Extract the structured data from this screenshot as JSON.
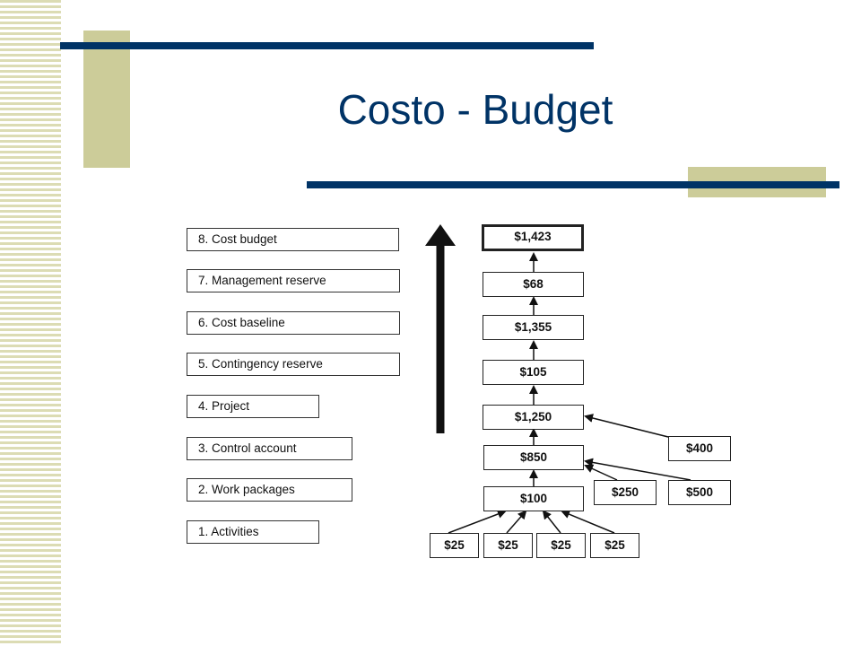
{
  "slide": {
    "title": "Costo - Budget"
  },
  "levels": [
    "8. Cost budget",
    "7. Management reserve",
    "6. Cost baseline",
    "5. Contingency reserve",
    "4. Project",
    "3. Control account",
    "2. Work packages",
    "1. Activities"
  ],
  "chain": [
    "$1,423",
    "$68",
    "$1,355",
    "$105",
    "$1,250",
    "$850",
    "$100"
  ],
  "side_boxes": {
    "project_extra": "$400",
    "wp_a": "$250",
    "wp_b": "$500"
  },
  "activities": [
    "$25",
    "$25",
    "$25",
    "$25"
  ]
}
